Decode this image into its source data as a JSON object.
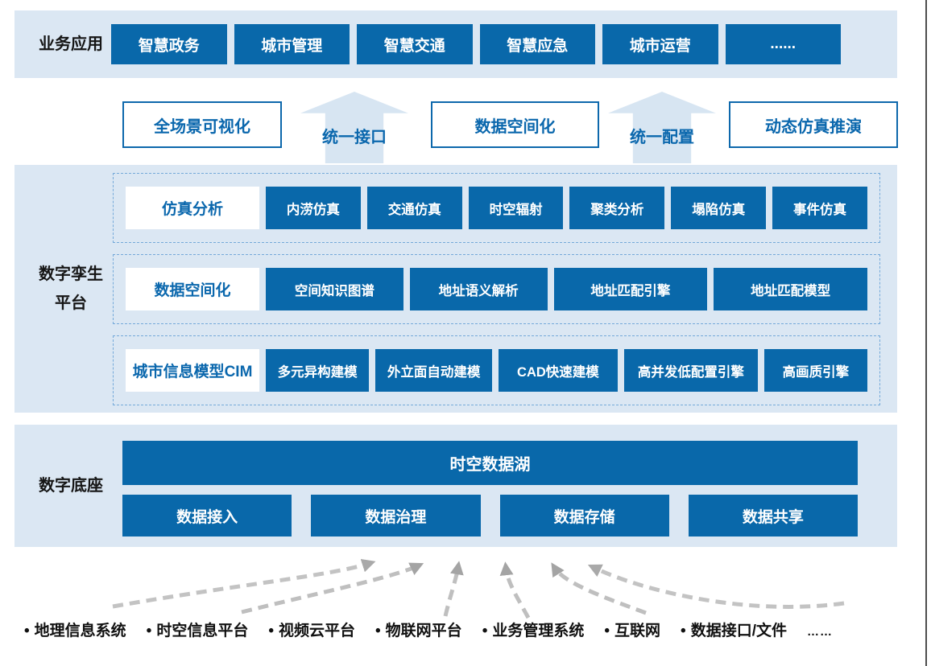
{
  "colors": {
    "box_blue": "#0968aa",
    "band_blue": "#dbe7f3",
    "arrow_fill": "#d7e5f2",
    "border_blue": "#0d68ac",
    "text_blue": "#0a67ad",
    "dashed_border": "#74a9d9",
    "arrow_gray": "#b6b6b6"
  },
  "top_band": {
    "label": "业务应用",
    "items": [
      "智慧政务",
      "城市管理",
      "智慧交通",
      "智慧应急",
      "城市运营",
      "......"
    ]
  },
  "capability_row": {
    "boxes": [
      "全场景可视化",
      "数据空间化",
      "动态仿真推演"
    ],
    "arrows": [
      "统一接口",
      "统一配置"
    ]
  },
  "twin_band": {
    "label_line1": "数字孪生",
    "label_line2": "平台",
    "rows": [
      {
        "head": "仿真分析",
        "items": [
          "内涝仿真",
          "交通仿真",
          "时空辐射",
          "聚类分析",
          "塌陷仿真",
          "事件仿真"
        ]
      },
      {
        "head": "数据空间化",
        "items": [
          "空间知识图谱",
          "地址语义解析",
          "地址匹配引擎",
          "地址匹配模型"
        ]
      },
      {
        "head": "城市信息模型CIM",
        "items": [
          "多元异构建模",
          "外立面自动建模",
          "CAD快速建模",
          "高并发低配置引擎",
          "高画质引擎"
        ]
      }
    ]
  },
  "base_band": {
    "label": "数字底座",
    "lake": "时空数据湖",
    "items": [
      "数据接入",
      "数据治理",
      "数据存储",
      "数据共享"
    ]
  },
  "sources": {
    "bullet": "•",
    "items": [
      "地理信息系统",
      "时空信息平台",
      "视频云平台",
      "物联网平台",
      "业务管理系统",
      "互联网",
      "数据接口/文件"
    ],
    "more": "……"
  }
}
